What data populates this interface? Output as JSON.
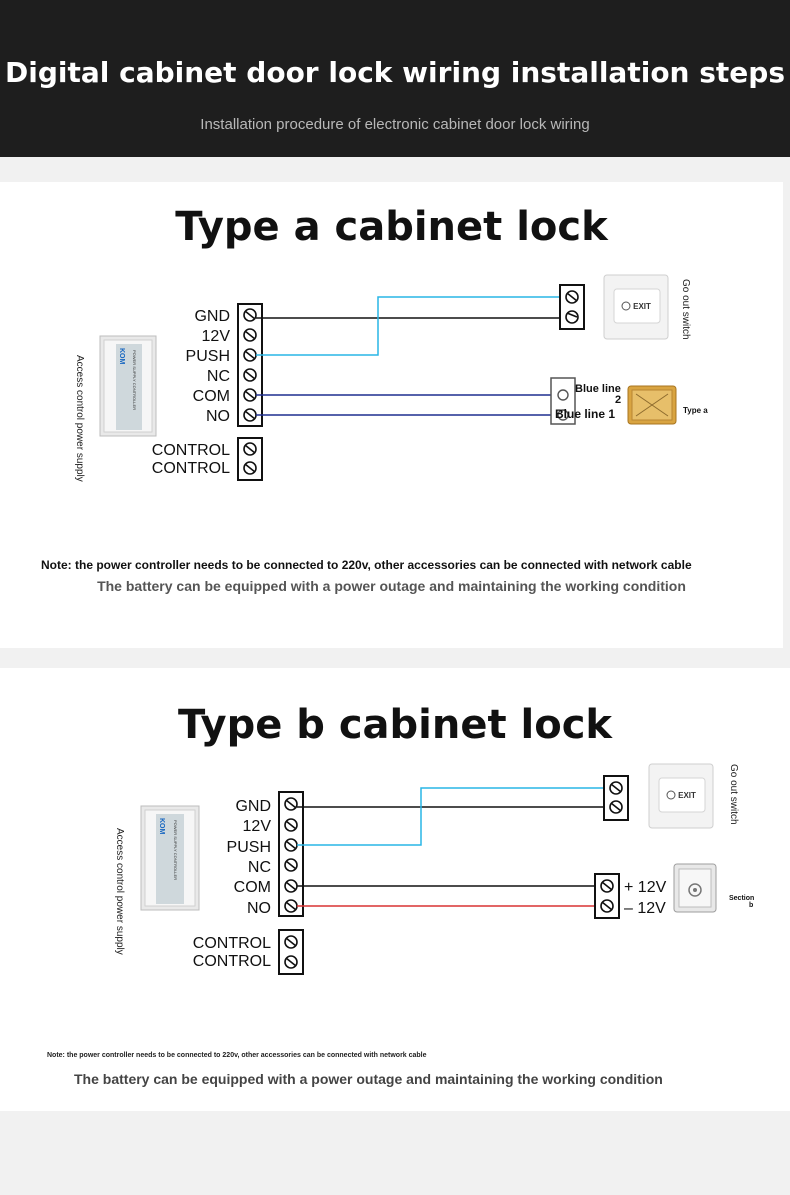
{
  "header": {
    "title": "Digital cabinet door lock wiring installation steps",
    "subtitle": "Installation procedure of electronic cabinet door lock wiring"
  },
  "type_a": {
    "title": "Type a cabinet lock",
    "controller_label": "Access control power supply",
    "controller_brand": "KOM",
    "controller_name": "POWER SUPPLY CONTROLLER",
    "terminals": [
      "GND",
      "12V",
      "PUSH",
      "NC",
      "COM",
      "NO"
    ],
    "control_terminals": [
      "CONTROL",
      "CONTROL"
    ],
    "exit_switch_label": "Go out switch",
    "exit_button_text": "EXIT",
    "lock_wire_1": "Blue line 1",
    "lock_wire_2_word": "Blue line",
    "lock_wire_2_num": "2",
    "lock_label": "Type a",
    "note": "Note: the power controller needs to be connected to 220v, other accessories can be connected with network cable",
    "battery_note": "The battery can be equipped with a power outage and maintaining the working condition"
  },
  "type_b": {
    "title": "Type b cabinet lock",
    "controller_label": "Access control power supply",
    "controller_brand": "KOM",
    "controller_name": "POWER SUPPLY CONTROLLER",
    "terminals": [
      "GND",
      "12V",
      "PUSH",
      "NC",
      "COM",
      "NO"
    ],
    "control_terminals": [
      "CONTROL",
      "CONTROL"
    ],
    "exit_switch_label": "Go out switch",
    "exit_button_text": "EXIT",
    "lock_plus": "+ 12V",
    "lock_minus": "– 12V",
    "lock_label_1": "Section",
    "lock_label_2": "b",
    "note": "Note: the power controller needs to be connected to 220v, other accessories can be connected with network cable",
    "battery_note": "The battery can be equipped with a power outage and maintaining the working condition"
  },
  "colors": {
    "header_bg": "#1e1e1e",
    "wire_cyan": "#29b6e6",
    "wire_blue": "#1f2f8f",
    "wire_red": "#d93232",
    "wire_black": "#111111"
  }
}
